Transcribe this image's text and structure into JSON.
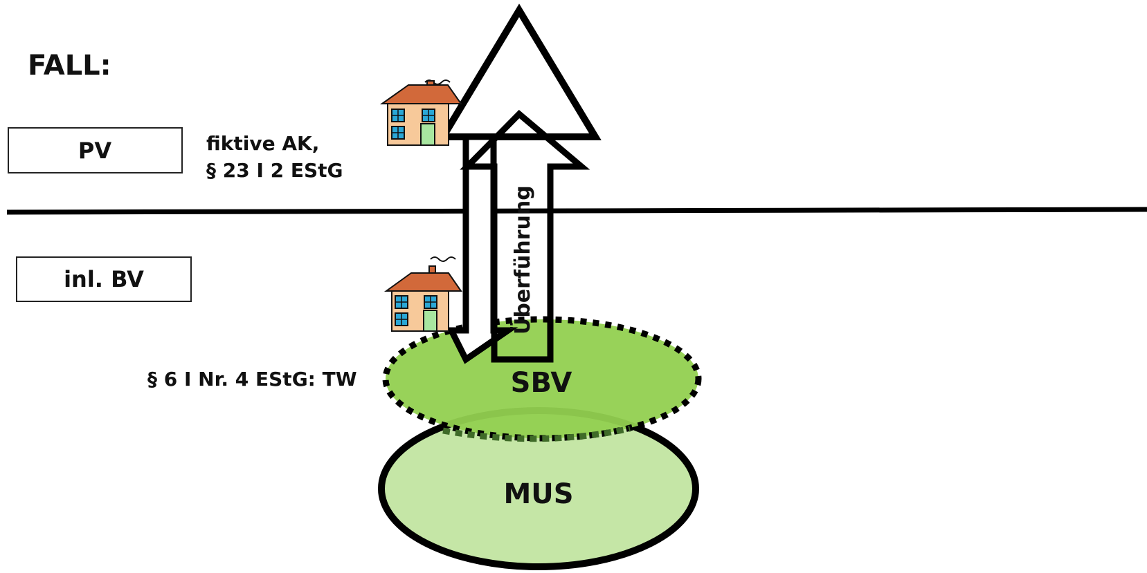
{
  "title": "FALL:",
  "boxes": {
    "pv": "PV",
    "bv": "inl. BV"
  },
  "notes": {
    "ak_line1": "fiktive AK,",
    "ak_line2": "§ 23 I 2 EStG",
    "tw": "§ 6 I Nr. 4 EStG: TW"
  },
  "ellipses": {
    "sbv": "SBV",
    "mus": "MUS"
  },
  "arrow_label": "Überführung",
  "colors": {
    "sbv_fill": "#92d050",
    "mus_fill": "#c5e6a6",
    "line": "#000000",
    "house_roof": "#d2693a",
    "house_wall": "#f7c99a",
    "house_door": "#a8e6a0",
    "house_window": "#2aa7d6"
  }
}
